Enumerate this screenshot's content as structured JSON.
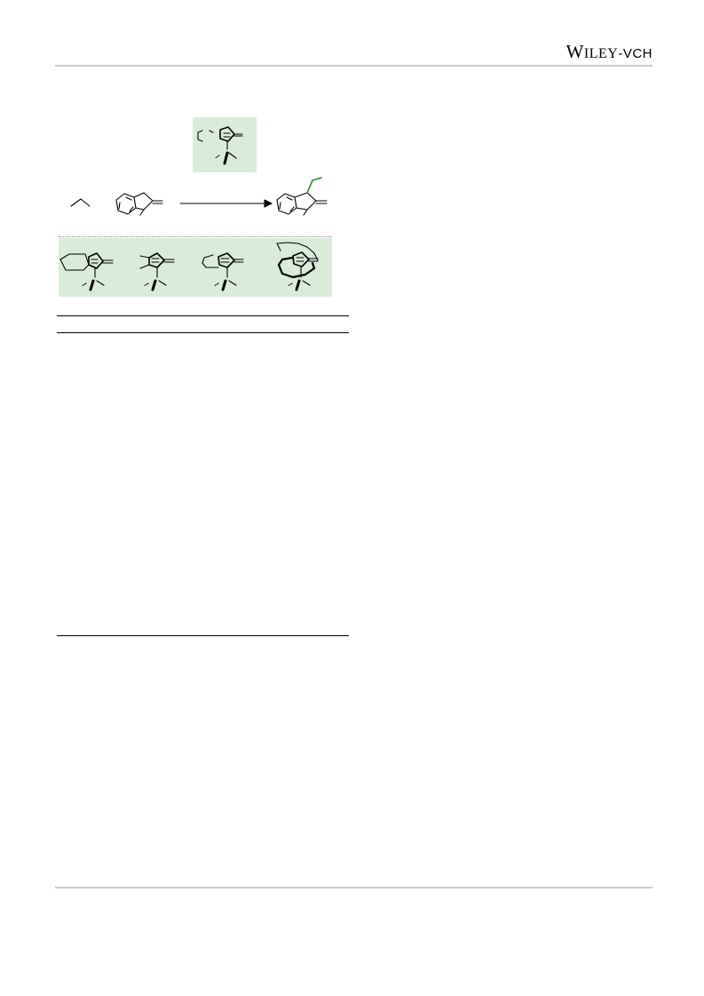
{
  "header": {
    "publisher_w": "W",
    "publisher_iley": "ILEY",
    "publisher_vch": "-VCH"
  },
  "colors": {
    "catalyst_box": "#d9ecd9",
    "new_bond": "#2e8b2e",
    "rule_gray": "#c8c8c8"
  },
  "scheme": {
    "featured_catalyst_icon": "cp-metal-catalyst-icon",
    "reaction_arrow_icon": "right-arrow-icon",
    "product_bond_color_name": "green"
  }
}
